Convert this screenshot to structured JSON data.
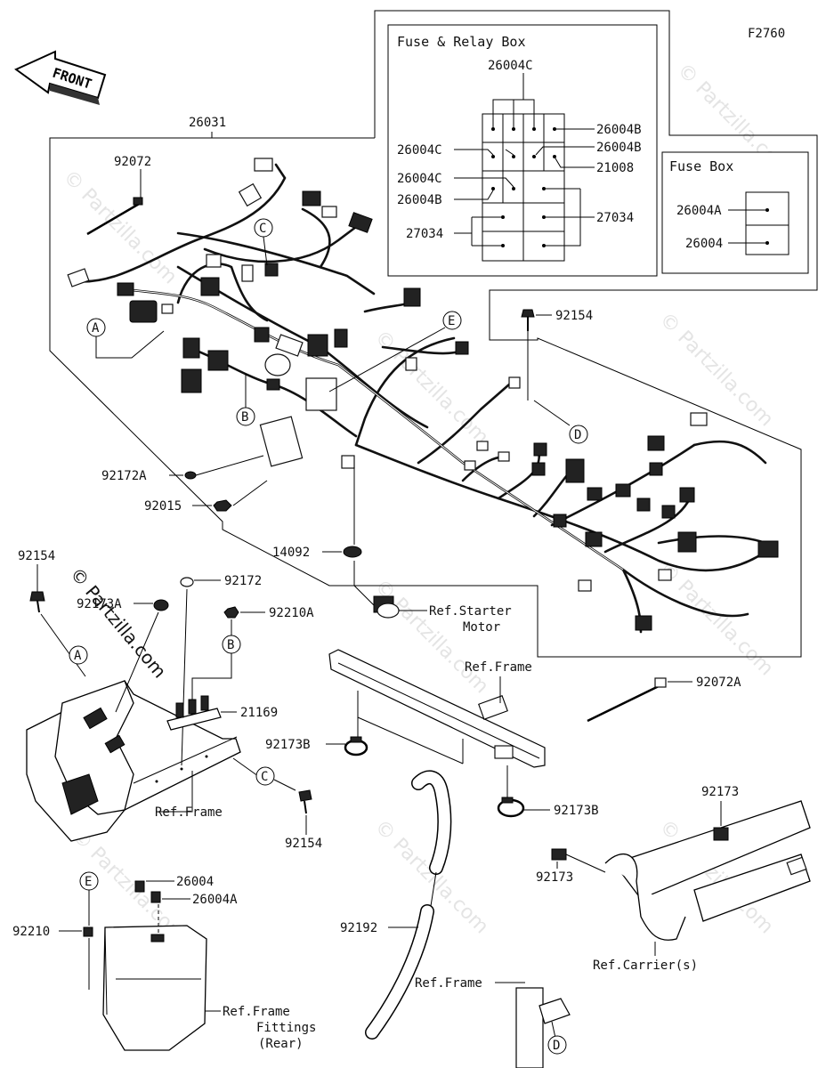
{
  "figure_code": "F2760",
  "front_label": "FRONT",
  "watermark": "© Partzilla.com",
  "fuse_relay_box": {
    "title": "Fuse & Relay Box",
    "labels": [
      "26004C",
      "26004B",
      "26004C",
      "26004B",
      "21008",
      "26004C",
      "26004B",
      "27034",
      "27034"
    ]
  },
  "fuse_box": {
    "title": "Fuse Box",
    "labels": [
      "26004A",
      "26004"
    ]
  },
  "part_labels": {
    "p26031": "26031",
    "p92072": "92072",
    "p92154_top": "92154",
    "p92172A": "92172A",
    "p92015": "92015",
    "p14092": "14092",
    "p92154_left": "92154",
    "p92173A": "92173A",
    "p92172": "92172",
    "p92210A": "92210A",
    "p21169": "21169",
    "p92154_bottom": "92154",
    "p92072A": "92072A",
    "p92173B_left": "92173B",
    "p92173B_right": "92173B",
    "p92173_top": "92173",
    "p92173_left": "92173",
    "p26004": "26004",
    "p26004A": "26004A",
    "p92210": "92210",
    "p92192": "92192"
  },
  "reference_labels": {
    "starter_motor_1": "Ref.Starter",
    "starter_motor_2": "Motor",
    "frame_mid": "Ref.Frame",
    "frame_left": "Ref.Frame",
    "frame_bottom": "Ref.Frame",
    "carriers": "Ref.Carrier(s)",
    "fittings_1": "Ref.Frame",
    "fittings_2": "Fittings",
    "fittings_3": "(Rear)"
  },
  "callouts": [
    "A",
    "B",
    "C",
    "D",
    "E",
    "A",
    "B",
    "C",
    "D",
    "E"
  ]
}
